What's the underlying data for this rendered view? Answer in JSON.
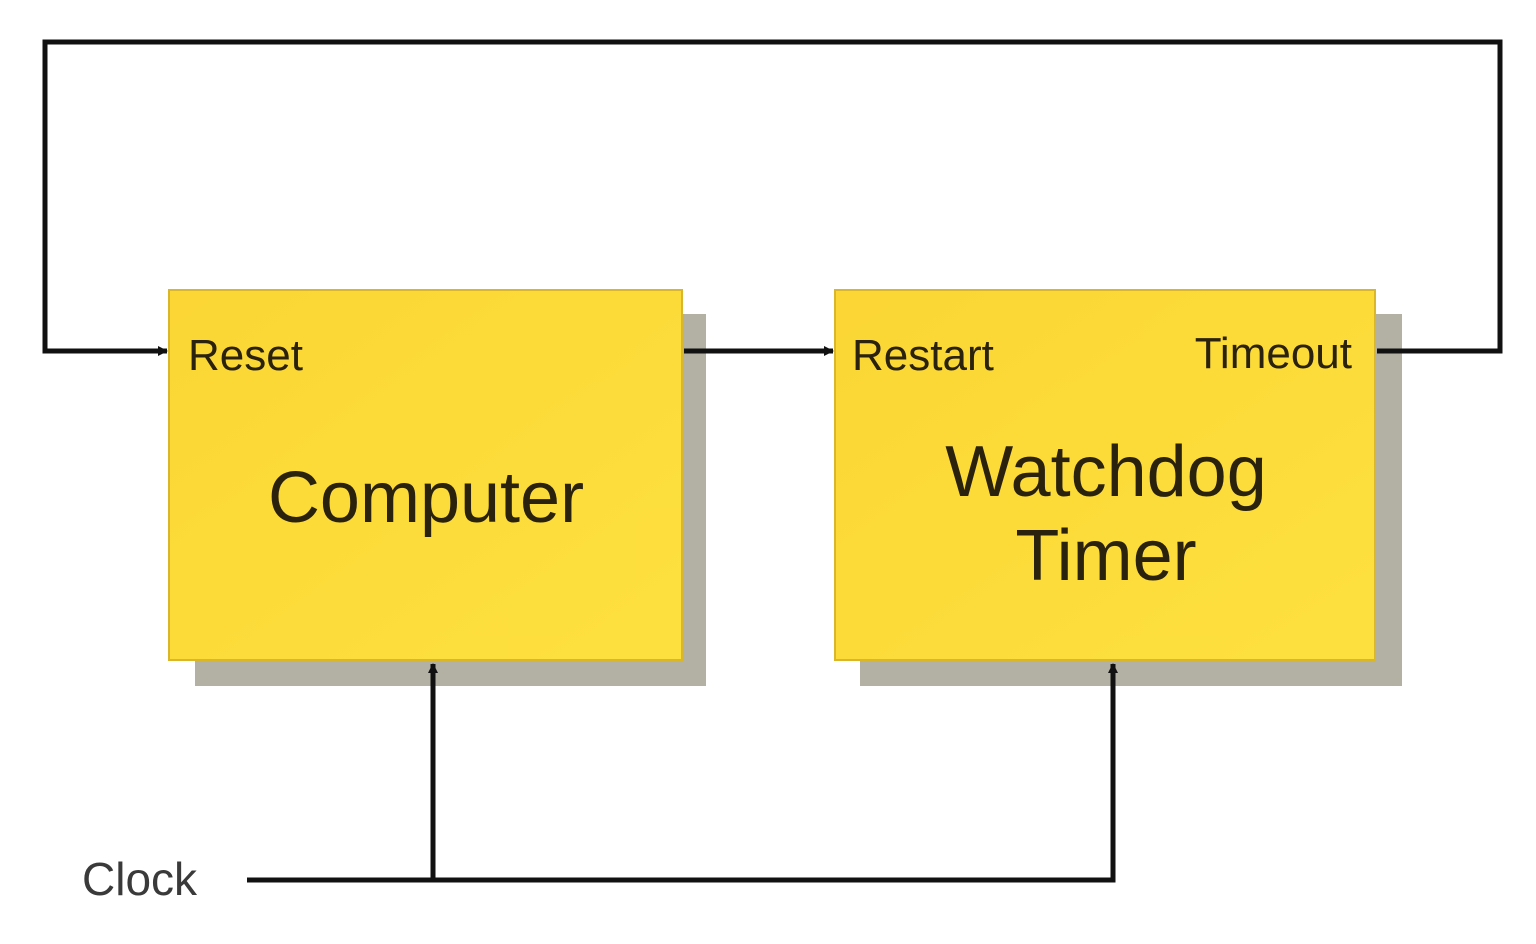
{
  "colors": {
    "box_fill": "#fcd936",
    "box_border": "#d9b62a",
    "shadow": "#b3b0a4",
    "line": "#111111",
    "text": "#2a220c",
    "clock_text": "#3a3a3a"
  },
  "blocks": {
    "computer": {
      "title": "Computer",
      "port_reset": "Reset"
    },
    "watchdog": {
      "title_line1": "Watchdog",
      "title_line2": "Timer",
      "port_restart": "Restart",
      "port_timeout": "Timeout"
    }
  },
  "clock_label": "Clock"
}
